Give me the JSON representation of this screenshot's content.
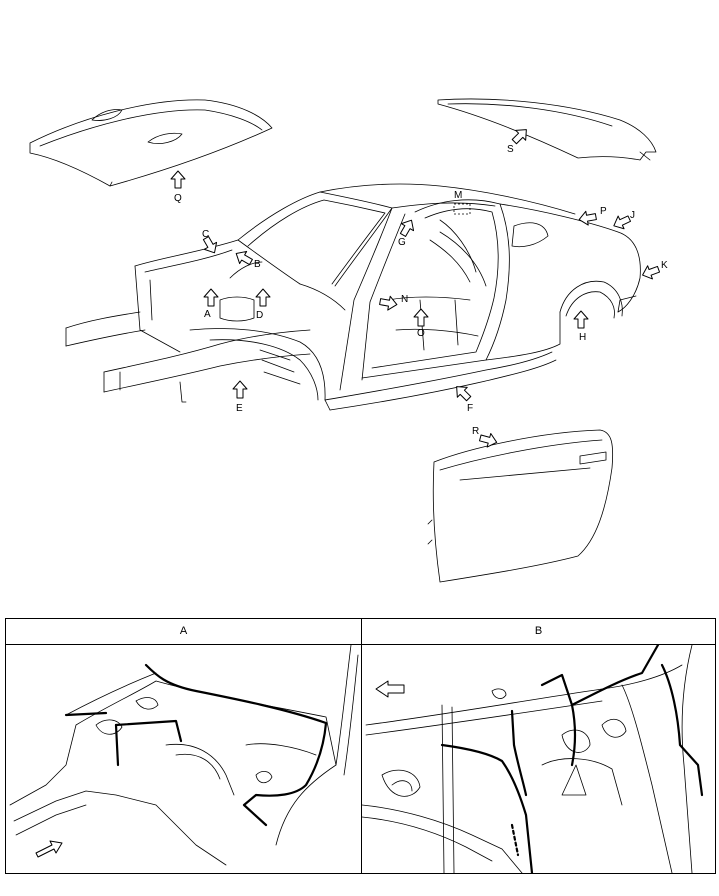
{
  "callouts": {
    "A": "A",
    "B": "B",
    "C": "C",
    "D": "D",
    "E": "E",
    "F": "F",
    "G": "G",
    "H": "H",
    "J": "J",
    "K": "K",
    "M": "M",
    "N": "N",
    "O": "O",
    "P": "P",
    "Q": "Q",
    "R": "R",
    "S": "S"
  },
  "detail_table": {
    "columns": [
      "A",
      "B"
    ]
  }
}
